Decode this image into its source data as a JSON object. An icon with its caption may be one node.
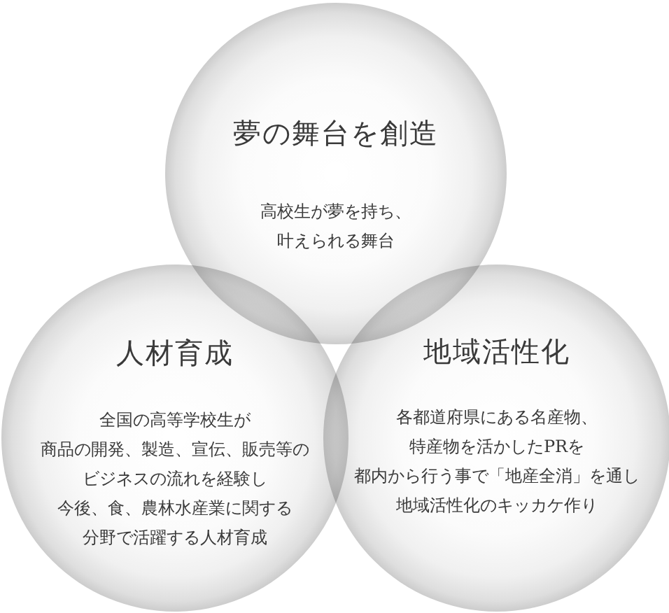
{
  "diagram": {
    "nodes": [
      {
        "text": [
          "夢の舞台を創造",
          "高校生が夢を持ち、叶えられる舞台"
        ]
      },
      {
        "text": [
          "人材育成",
          "全国の高等学校生が商品の開発、製造、宣伝、販売等のビジネスの流れを経験し今後、食、農林水産業に関する分野で活躍する人材育成"
        ]
      },
      {
        "text": [
          "地域活性化",
          "各都道府県にある名産物、特産物を活かしたPRを都内から行う事で「地産全消」を通し地域活性化のキッカケ作り"
        ]
      }
    ]
  }
}
